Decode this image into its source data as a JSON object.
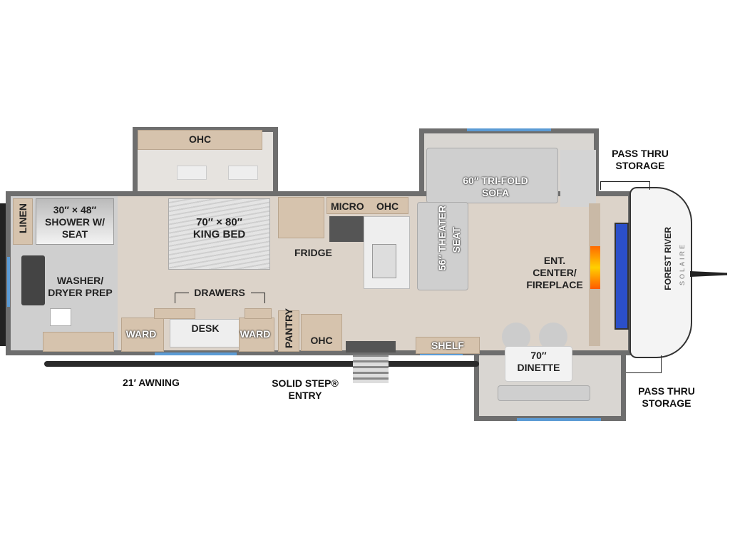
{
  "title": "Forest River Solaire floorplan",
  "brand": {
    "name": "FOREST RIVER",
    "model": "SOLAIRE"
  },
  "rooms": {
    "linen": "LINEN",
    "shower": [
      "30″ × 48″",
      "SHOWER W/",
      "SEAT"
    ],
    "washer": [
      "WASHER/",
      "DRYER PREP"
    ],
    "bedroom_ohc": "OHC",
    "bed": [
      "70″ × 80″",
      "KING BED"
    ],
    "drawers": "DRAWERS",
    "ward_left": "WARD",
    "desk": "DESK",
    "ward_right": "WARD",
    "fridge": "FRIDGE",
    "micro": "MICRO",
    "kitchen_ohc": "OHC",
    "pantry": "PANTRY",
    "pantry_ohc": "OHC",
    "shelf": "SHELF",
    "theater": [
      "56″ THEATER",
      "SEAT"
    ],
    "sofa": [
      "60″ TRI-FOLD",
      "SOFA"
    ],
    "ent": [
      "ENT.",
      "CENTER/",
      "FIREPLACE"
    ],
    "dinette": [
      "70″",
      "DINETTE"
    ]
  },
  "exterior": {
    "awning": "21′ AWNING",
    "entry": [
      "SOLID STEP®",
      "ENTRY"
    ],
    "storage_top": [
      "PASS THRU",
      "STORAGE"
    ],
    "storage_bottom": [
      "PASS THRU",
      "STORAGE"
    ]
  },
  "colors": {
    "wall": "#6e6e6e",
    "floor": "#dcd3c9",
    "cabinet": "#d6c3ad",
    "window": "#5b9bd5"
  }
}
